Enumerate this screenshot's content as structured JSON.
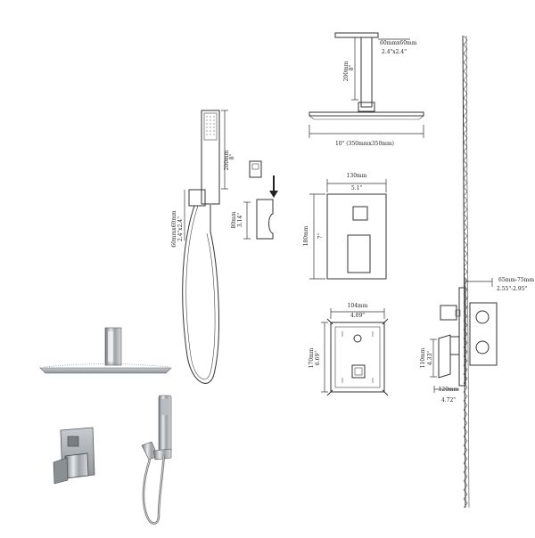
{
  "labels": {
    "shower_arm_dim_mm": "60mmx60mm",
    "shower_arm_dim_in": "2.4\"x2.4\"",
    "arm_height_mm": "200mm",
    "arm_height_in": "8\"",
    "rain_head_width": "10\" (350mmx350mm)",
    "handle_height_mm": "200mm",
    "handle_height_in": "8\"",
    "hose_base_mm": "60mmx60mm",
    "hose_base_in": "2.4\"x2.4\"",
    "holder_height_mm": "80mm",
    "holder_height_in": "3.14\"",
    "trim_width_mm": "130mm",
    "trim_width_in": "5.1\"",
    "trim_height_mm": "180mm",
    "trim_height_in": "7\"",
    "valve_width_mm": "104mm",
    "valve_width_in": "4.09\"",
    "valve_height_mm": "170mm",
    "valve_height_in": "6.69\"",
    "wall_depth_mm": "65mm-75mm",
    "wall_depth_in": "2.55\"-2.95\"",
    "side_height_mm": "110mm",
    "side_height_in": "4.33\"",
    "side_depth_mm": "120mm",
    "side_depth_in": "4.72\""
  }
}
